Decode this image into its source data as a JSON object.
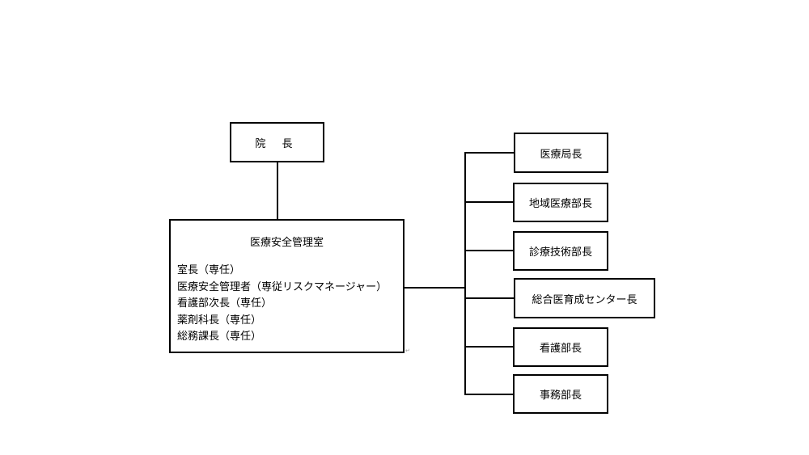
{
  "director": {
    "label": "院 長"
  },
  "safety_office": {
    "title": "医療安全管理室",
    "members": [
      "室長（専任）",
      "医療安全管理者（専従リスクマネージャー）",
      "看護部次長（専任）",
      "薬剤科長（専任）",
      "総務課長（専任）"
    ]
  },
  "departments": [
    "医療局長",
    "地域医療部長",
    "診療技術部長",
    "総合医育成センター長",
    "看護部長",
    "事務部長"
  ]
}
